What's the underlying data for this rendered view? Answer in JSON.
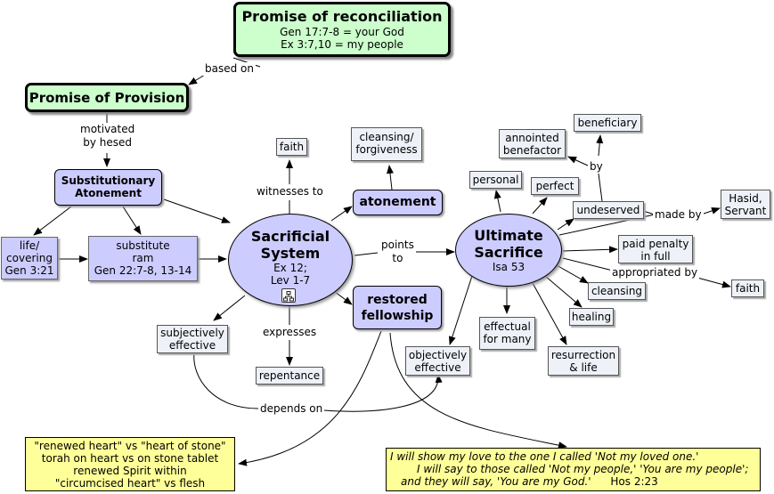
{
  "nodes": {
    "promise_reconciliation": {
      "title": "Promise of reconciliation",
      "line1": "Gen 17:7-8 = your God",
      "line2": "Ex 3:7,10 = my people"
    },
    "promise_provision": {
      "title": "Promise of Provision"
    },
    "substitutionary_atonement": {
      "line1": "Substitutionary",
      "line2": "Atonement"
    },
    "life_covering": {
      "line1": "life/",
      "line2": "covering",
      "line3": "Gen 3:21"
    },
    "substitute_ram": {
      "line1": "substitute",
      "line2": "ram",
      "line3": "Gen 22:7-8, 13-14"
    },
    "sacrificial_system": {
      "line1": "Sacrificial",
      "line2": "System",
      "line3": "Ex 12;",
      "line4": "Lev 1-7"
    },
    "faith_top": "faith",
    "cleansing_forgiveness": {
      "line1": "cleansing/",
      "line2": "forgiveness"
    },
    "atonement": "atonement",
    "restored_fellowship": {
      "line1": "restored",
      "line2": "fellowship"
    },
    "subjectively_effective": {
      "line1": "subjectively",
      "line2": "effective"
    },
    "repentance": "repentance",
    "ultimate_sacrifice": {
      "line1": "Ultimate",
      "line2": "Sacrifice",
      "line3": "Isa 53"
    },
    "personal": "personal",
    "perfect": "perfect",
    "annointed_benefactor": {
      "line1": "annointed",
      "line2": "benefactor"
    },
    "beneficiary": "beneficiary",
    "undeserved": "undeserved",
    "hasid_servant": {
      "line1": "Hasid,",
      "line2": "Servant"
    },
    "paid_penalty": {
      "line1": "paid penalty",
      "line2": "in full"
    },
    "faith_right": "faith",
    "cleansing": "cleansing",
    "healing": "healing",
    "effectual_for_many": {
      "line1": "effectual",
      "line2": "for many"
    },
    "resurrection_life": {
      "line1": "resurrection",
      "line2": "& life"
    },
    "objectively_effective": {
      "line1": "objectively",
      "line2": "effective"
    },
    "renewed_heart_note": {
      "line1": "\"renewed heart\" vs \"heart of stone\"",
      "line2": "torah on heart vs on stone tablet",
      "line3": "renewed Spirit within",
      "line4": "\"circumcised heart\" vs flesh"
    },
    "hosea_note": {
      "line1": "I will show my love to the one I called 'Not my loved one.'",
      "line2": "I will say to those called 'Not my people,' 'You are my people';",
      "line3": "and they will say, 'You are my God.'",
      "ref": "Hos 2:23"
    }
  },
  "link_labels": {
    "based_on": "based on",
    "motivated_by_hesed": {
      "line1": "motivated",
      "line2": "by hesed"
    },
    "witnesses_to": "witnesses to",
    "points_to": {
      "line1": "points",
      "line2": "to"
    },
    "expresses": "expresses",
    "depends_on": "depends on",
    "by": "by",
    "made_by": "made by",
    "appropriated_by": "appropriated by"
  },
  "colors": {
    "green_node": "#ccffcc",
    "purple_node": "#ccccff",
    "white_node": "#eef2f8",
    "yellow_note": "#ffff99"
  },
  "icons": {
    "submap": "concept-map-icon"
  }
}
